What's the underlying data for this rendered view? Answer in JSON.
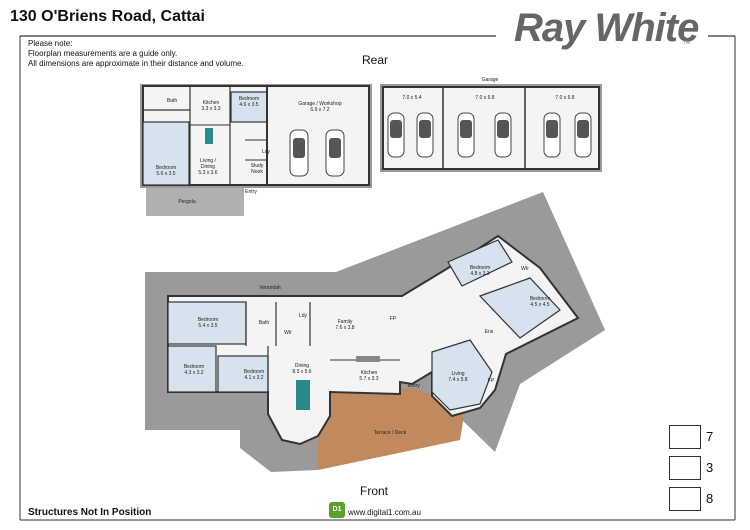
{
  "header": {
    "address": "130 O'Briens Road, Cattai",
    "brand": "Ray White",
    "brand_mark": "TM"
  },
  "note": {
    "heading": "Please note:",
    "line1": "Floorplan measurements are a guide only.",
    "line2": "All dimensions are approximate in their distance and volume."
  },
  "labels": {
    "rear": "Rear",
    "front": "Front",
    "structures": "Structures Not In Position",
    "website": "www.digital1.com.au",
    "logo": "D1"
  },
  "stats": {
    "bedrooms": "7",
    "bathrooms": "3",
    "garages": "8"
  },
  "icons": {
    "bed": "bed-icon",
    "bath": "bath-icon",
    "car": "car-garage-icon"
  },
  "rear_plan": {
    "bath": "Bath",
    "kitchen": "Kitchen\n3.3 x 3.3",
    "bedroom_a": "Bedroom\n4.6 x 3.5",
    "garage_workshop": "Garage / Workshop\n6.9 x 7.2",
    "bedroom_b": "Bedroom\n5.6 x 3.5",
    "living_dining": "Living /\nDining\n5.3 x 3.6",
    "study": "Study\nNook",
    "lobby": "Ldy",
    "entry": "Entry",
    "pergola": "Pergola"
  },
  "garage_plan": {
    "title": "Garage",
    "bay1": "7.0 x 5.4",
    "bay2": "7.0 x 6.8",
    "bay3": "7.0 x 6.8"
  },
  "main_plan": {
    "verandah": "Verandah",
    "bedroom1": "Bedroom\n5.4 x 3.5",
    "bath": "Bath",
    "wir1": "WIr",
    "ldy": "Ldy",
    "family": "Family\n7.6 x 3.8",
    "fp1": "FP",
    "bedroom2": "Bedroom\n4.8 x 3.3",
    "wir2": "WIr",
    "bedroom3": "Bedroom\n4.5 x 4.5",
    "ens": "Ens",
    "bedroom4": "Bedroom\n4.3 x 3.2",
    "bedroom5": "Bedroom\n4.1 x 3.2",
    "dining": "Dining\n8.3 x 5.6",
    "kitchen": "Kitchen\n5.7 x 3.3",
    "entry": "Entry",
    "living": "Living\n7.4 x 5.8",
    "fp2": "FP",
    "terrace": "Terrace / Deck"
  }
}
